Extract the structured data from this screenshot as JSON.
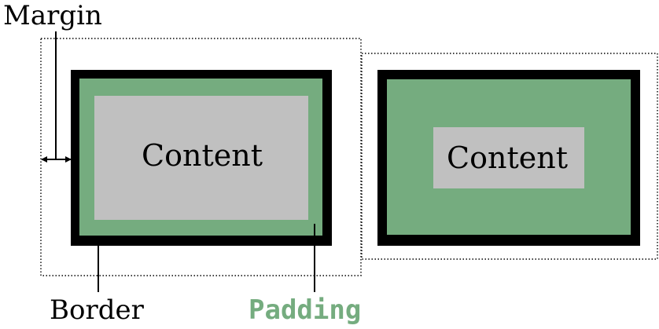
{
  "labels": {
    "margin": "Margin",
    "border": "Border",
    "padding": "Padding",
    "content_left": "Content",
    "content_right": "Content"
  },
  "colors": {
    "padding": "#75ac7f",
    "content": "#c0c0c0",
    "border": "#000000",
    "margin_outline": "#000000",
    "padding_label": "#75ac7f"
  }
}
